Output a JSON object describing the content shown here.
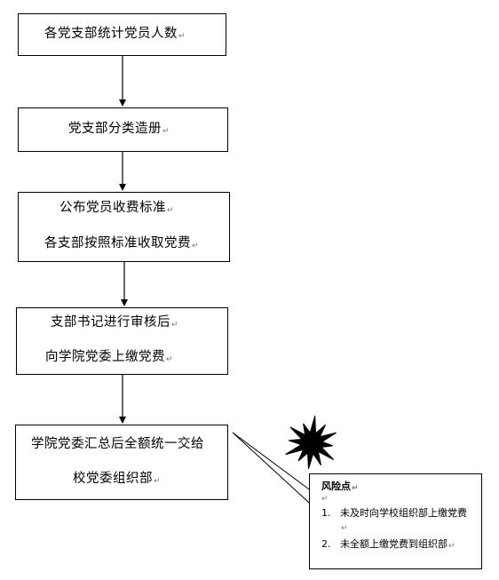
{
  "flow": {
    "step1": {
      "line1": "各党支部统计党员人数"
    },
    "step2": {
      "line1": "党支部分类造册"
    },
    "step3": {
      "line1": "公布党员收费标准",
      "line2": "各支部按照标准收取党费"
    },
    "step4": {
      "line1": "支部书记进行审核后",
      "line2": "向学院党委上缴党费"
    },
    "step5": {
      "line1": "学院党委汇总后全额统一交给",
      "line2": "校党委组织部"
    }
  },
  "risk": {
    "title": "风险点",
    "items": [
      {
        "num": "1.",
        "text": "未及时向学校组织部上缴党费"
      },
      {
        "num": "2.",
        "text": "未全额上缴党费到组织部"
      }
    ]
  },
  "colors": {
    "line": "#000000",
    "background": "#ffffff",
    "burst_fill": "#000000"
  }
}
